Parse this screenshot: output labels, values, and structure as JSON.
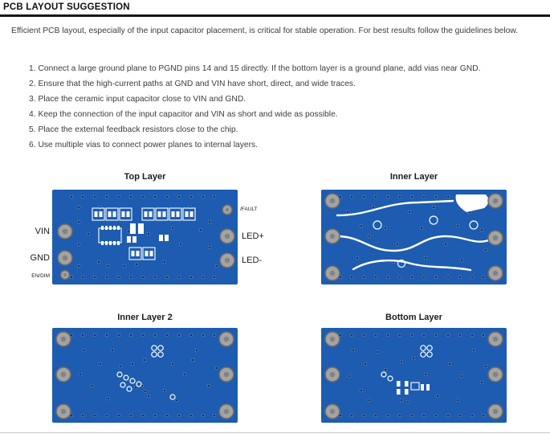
{
  "colors": {
    "board_blue": "#1d5cb0",
    "pad_gray": "#a3a3a3",
    "via_navy": "#0e3068",
    "trace_white": "#ffffff"
  },
  "header": {
    "title": "PCB LAYOUT SUGGESTION"
  },
  "intro": "Efficient PCB layout, especially of the input capacitor placement, is critical for stable operation. For best results follow the guidelines below.",
  "guidelines": [
    "1. Connect a large ground plane to PGND pins 14 and 15 directly. If the bottom layer is a ground plane, add vias near GND.",
    "2. Ensure that the high-current paths at GND and VIN have short, direct, and wide traces.",
    "3. Place the ceramic input capacitor close to VIN and GND.",
    "4. Keep the connection of the input capacitor and VIN as short and wide as possible.",
    "5. Place the external feedback resistors close to the chip.",
    "6. Use multiple vias to connect power planes to internal layers.",
    ""
  ],
  "figures": {
    "top": {
      "title": "Top Layer",
      "labels": {
        "vin": "VIN",
        "gnd": "GND",
        "endim": "EN/DIM",
        "fault": "/FAULT",
        "led_plus": "LED+",
        "led_minus": "LED-"
      }
    },
    "inner": {
      "title": "Inner Layer"
    },
    "inner2": {
      "title": "Inner Layer 2"
    },
    "bottom": {
      "title": "Bottom Layer"
    }
  }
}
